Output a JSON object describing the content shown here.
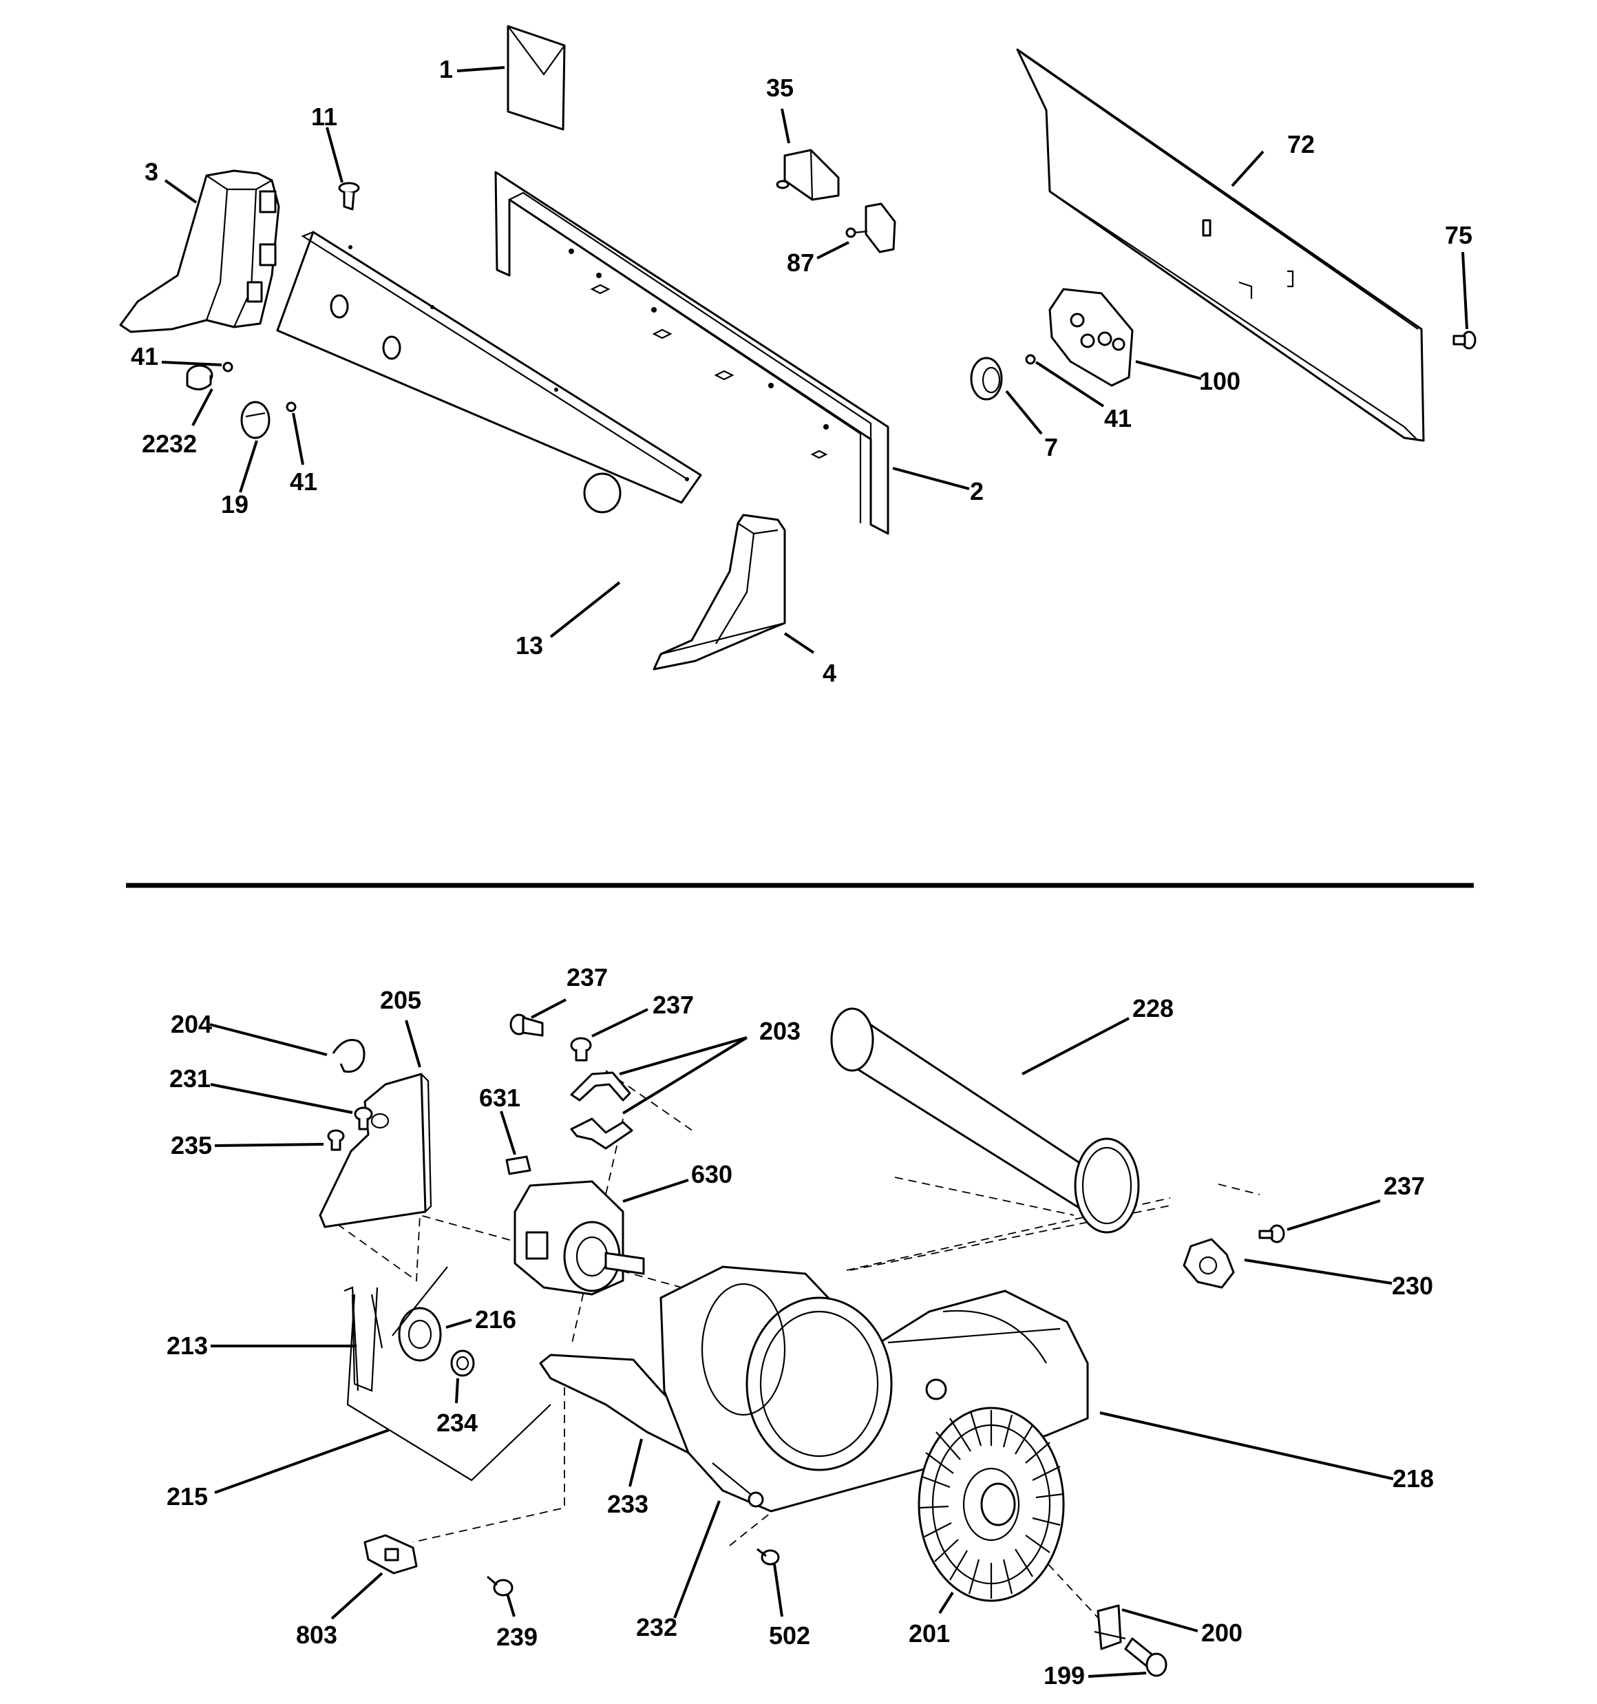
{
  "top_section": {
    "callouts": [
      {
        "id": "p1",
        "label": "1"
      },
      {
        "id": "p11",
        "label": "11"
      },
      {
        "id": "p3",
        "label": "3"
      },
      {
        "id": "p41a",
        "label": "41"
      },
      {
        "id": "p2232",
        "label": "2232"
      },
      {
        "id": "p19",
        "label": "19"
      },
      {
        "id": "p41b",
        "label": "41"
      },
      {
        "id": "p13",
        "label": "13"
      },
      {
        "id": "p35",
        "label": "35"
      },
      {
        "id": "p87",
        "label": "87"
      },
      {
        "id": "p2",
        "label": "2"
      },
      {
        "id": "p4",
        "label": "4"
      },
      {
        "id": "p72",
        "label": "72"
      },
      {
        "id": "p75",
        "label": "75"
      },
      {
        "id": "p100",
        "label": "100"
      },
      {
        "id": "p41c",
        "label": "41"
      },
      {
        "id": "p7",
        "label": "7"
      }
    ]
  },
  "bottom_section": {
    "callouts": [
      {
        "id": "p204",
        "label": "204"
      },
      {
        "id": "p205",
        "label": "205"
      },
      {
        "id": "p231",
        "label": "231"
      },
      {
        "id": "p235",
        "label": "235"
      },
      {
        "id": "p237a",
        "label": "237"
      },
      {
        "id": "p237b",
        "label": "237"
      },
      {
        "id": "p203",
        "label": "203"
      },
      {
        "id": "p631",
        "label": "631"
      },
      {
        "id": "p630",
        "label": "630"
      },
      {
        "id": "p228",
        "label": "228"
      },
      {
        "id": "p237c",
        "label": "237"
      },
      {
        "id": "p230",
        "label": "230"
      },
      {
        "id": "p216",
        "label": "216"
      },
      {
        "id": "p213",
        "label": "213"
      },
      {
        "id": "p234",
        "label": "234"
      },
      {
        "id": "p215",
        "label": "215"
      },
      {
        "id": "p233",
        "label": "233"
      },
      {
        "id": "p218",
        "label": "218"
      },
      {
        "id": "p803",
        "label": "803"
      },
      {
        "id": "p239",
        "label": "239"
      },
      {
        "id": "p232",
        "label": "232"
      },
      {
        "id": "p502",
        "label": "502"
      },
      {
        "id": "p201",
        "label": "201"
      },
      {
        "id": "p200",
        "label": "200"
      },
      {
        "id": "p199",
        "label": "199"
      }
    ]
  }
}
